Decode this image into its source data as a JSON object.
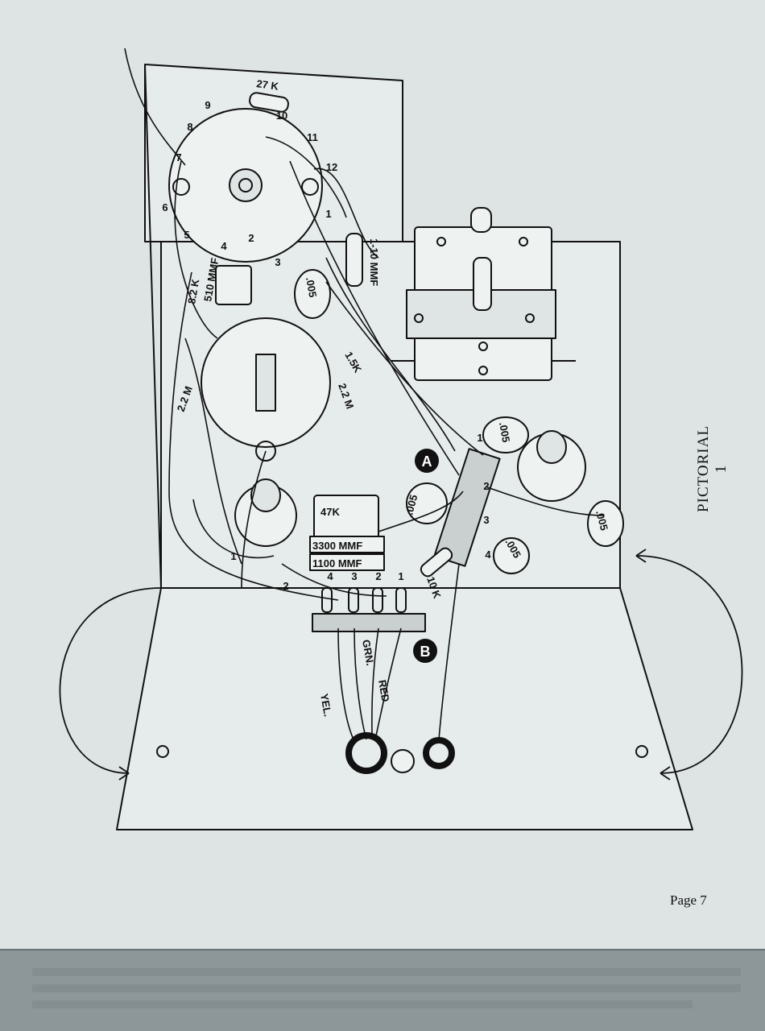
{
  "document": {
    "title": "PICTORIAL 1",
    "page_label": "Page 7"
  },
  "labels": {
    "socket1_pins": [
      "1",
      "2",
      "3",
      "4",
      "5",
      "6",
      "7",
      "8",
      "9",
      "10",
      "11",
      "12"
    ],
    "socket2_pins": [
      "1",
      "2",
      "3",
      "4"
    ],
    "strip_a_pins": [
      "1",
      "2",
      "3",
      "4"
    ],
    "strip_b_pins": [
      "1",
      "2",
      "3",
      "4"
    ],
    "marker_a": "A",
    "marker_b": "B",
    "r_27k": "27 K",
    "r_8_2k": "8.2 K",
    "cap_510": "510 MMF",
    "cap_005_top": ".005",
    "trimmer": "1-10 MMF",
    "r_15k": "1.5K",
    "r_2_2m_right": "2.2 M",
    "r_2_2m_left": "2.2 M",
    "r_47k": "47K",
    "cap_3300": "3300 MMF",
    "cap_1100": "1100 MMF",
    "cap_005_a1": ".005",
    "cap_005_a2": ".005",
    "cap_005_a3": ".005",
    "cap_005_right": ".005",
    "r_10k": "10 K",
    "wire_grn": "GRN.",
    "wire_red": "RED",
    "wire_yel": "YEL."
  },
  "colors": {
    "paper": "#dde4e3",
    "ink": "#111111",
    "under_page": "#8d9698"
  }
}
